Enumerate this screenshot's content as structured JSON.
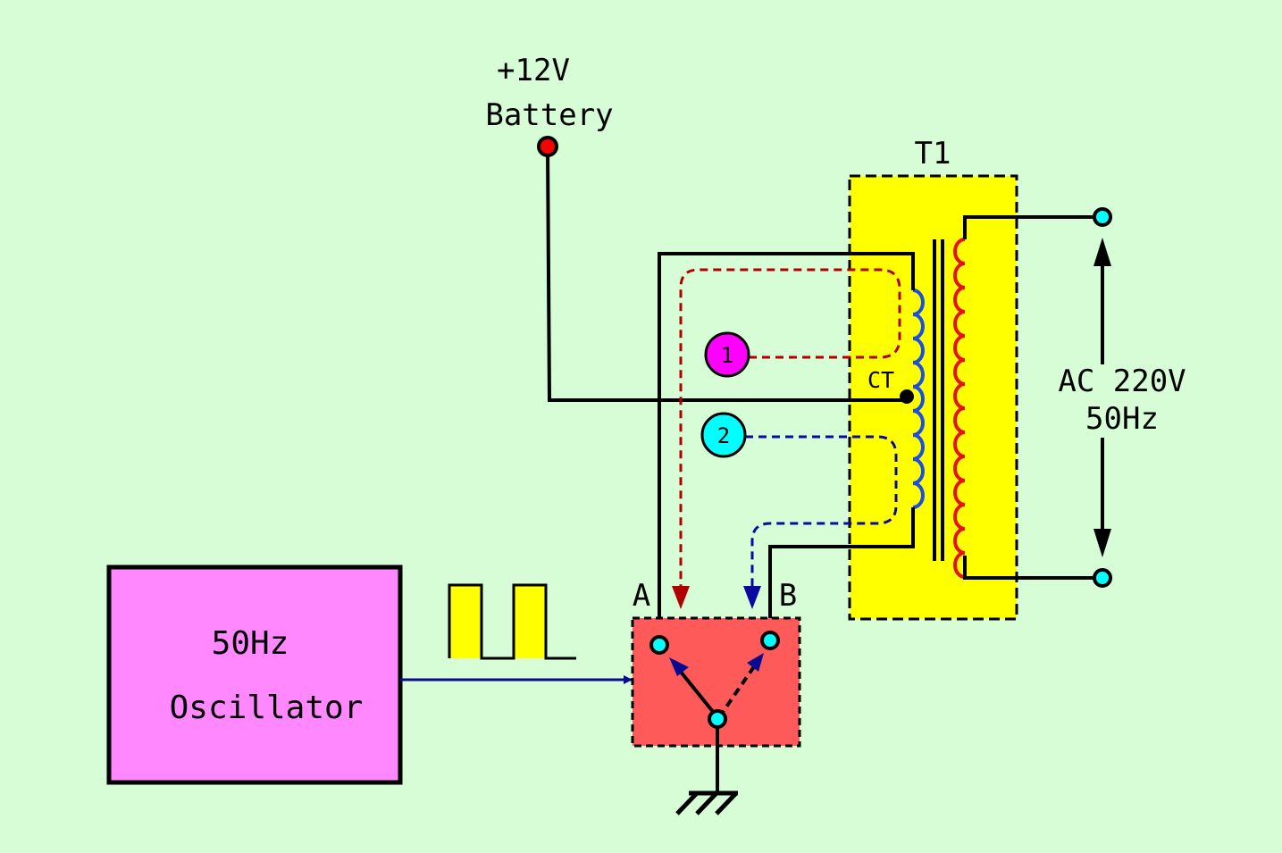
{
  "battery": {
    "voltage_label": "+12V",
    "name_label": "Battery"
  },
  "transformer": {
    "label": "T1",
    "center_tap_label": "CT"
  },
  "output": {
    "voltage_label": "AC 220V",
    "frequency_label": "50Hz"
  },
  "oscillator": {
    "frequency_label": "50Hz",
    "name_label": "Oscillator"
  },
  "switch": {
    "terminal_a_label": "A",
    "terminal_b_label": "B"
  },
  "current_paths": [
    {
      "label": "1"
    },
    {
      "label": "2"
    }
  ],
  "colors": {
    "background": "#d6fdd6",
    "transformer_box": "#ffff00",
    "oscillator_box": "#ff88ff",
    "switch_box": "#ff5a5a",
    "primary_coil": "#1a4fe0",
    "secondary_coil": "#e81010",
    "path_1": "#b00000",
    "path_2": "#0a0aa0",
    "path_1_marker": "#ff00ff",
    "path_2_marker": "#00ffff",
    "terminal": "#00ffff",
    "battery_terminal": "#ff0000",
    "pulse_wave": "#ffff00"
  }
}
